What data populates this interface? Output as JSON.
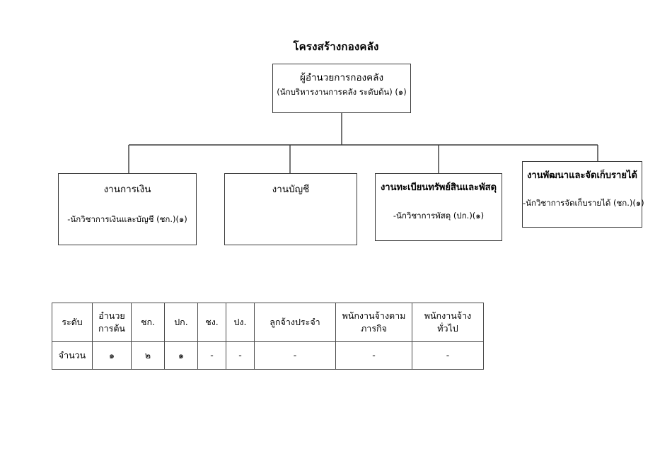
{
  "title": "โครงสร้างกองคลัง",
  "org": {
    "root": {
      "title": "ผู้อำนวยการกองคลัง",
      "subtitle": "(นักบริหารงานการคลัง ระดับต้น) (๑)"
    },
    "departments": [
      {
        "title": "งานการเงิน",
        "subtitle": "-นักวิชาการเงินและบัญชี (ชก.)(๑)"
      },
      {
        "title": "งานบัญชี",
        "subtitle": ""
      },
      {
        "title": "งานทะเบียนทรัพย์สินและพัสดุ",
        "subtitle": "-นักวิชาการพัสดุ (ปก.)(๑)"
      },
      {
        "title": "งานพัฒนาและจัดเก็บรายได้",
        "subtitle": "-นักวิชาการจัดเก็บรายได้ (ชก.)(๑)"
      }
    ]
  },
  "table": {
    "headers": [
      "ระดับ",
      "อำนวยการต้น",
      "ชก.",
      "ปก.",
      "ชง.",
      "ปง.",
      "ลูกจ้างประจำ",
      "พนักงานจ้างตามภารกิจ",
      "พนักงานจ้างทั่วไป"
    ],
    "row_label": "จำนวน",
    "values": [
      "๑",
      "๒",
      "๑",
      "-",
      "-",
      "-",
      "-",
      "-"
    ]
  },
  "colors": {
    "background": "#ffffff",
    "line": "#3a3a3a",
    "text": "#000000"
  }
}
